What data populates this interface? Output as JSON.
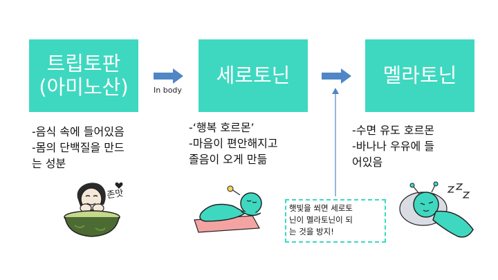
{
  "boxes": [
    {
      "line1": "트립토판",
      "line2": "(아미노산)"
    },
    {
      "line1": "세로토닌",
      "line2": ""
    },
    {
      "line1": "멜라토닌",
      "line2": ""
    }
  ],
  "arrow_label": "In body",
  "descriptions": [
    [
      "-음식 속에 들어있음",
      "-몸의 단백질을 만드",
      "는 성분"
    ],
    [
      "-‘행복 호르몬’",
      "-마음이 편안해지고",
      "졸음이 오게 만듦"
    ],
    [
      "-수면 유도 호르몬",
      "-바나나 우유에 들",
      "어있음"
    ]
  ],
  "note": [
    "햇빛을 쐬면 세로토",
    "닌이 멜라토닌이 되",
    "는 것을 방지!"
  ],
  "illustration_texts": {
    "girl": "존맛"
  },
  "colors": {
    "accent": "#3ed8c0",
    "arrow": "#4f86c6",
    "note_border": "#3ed8c0"
  }
}
